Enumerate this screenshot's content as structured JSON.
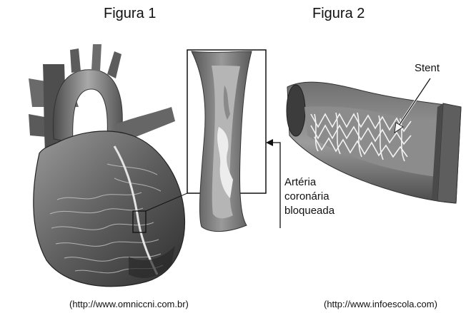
{
  "figure1": {
    "title": "Figura 1",
    "callout_label_lines": [
      "Artéria",
      "coronária",
      "bloqueada"
    ],
    "source": "(http://www.omniccni.com.br)"
  },
  "figure2": {
    "title": "Figura 2",
    "stent_label": "Stent",
    "source": "(http://www.infoescola.com)"
  },
  "colors": {
    "ink": "#111111",
    "heart_dark": "#3a3a3a",
    "heart_mid": "#7a7a7a",
    "heart_light": "#b8b8b8",
    "vessel_wall": "#6d6d6d",
    "vessel_lumen": "#bdbdbd",
    "plaque": "#e8e8e8",
    "stent_wire": "#f2f2f2"
  }
}
